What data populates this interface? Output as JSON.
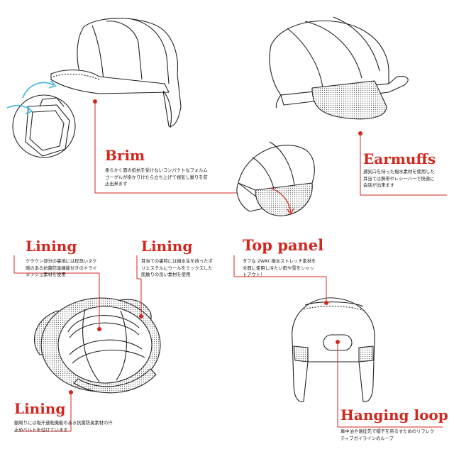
{
  "colors": {
    "accent": "#d3261d",
    "arrow": "#3fb4e0",
    "line": "#222222"
  },
  "sections": {
    "brim": {
      "title": "Brim",
      "lines": [
        "柔らかく面の抵抗を受けないコンパクトなフォルム",
        "ゴーグルが掛かりけたら立ち上げて視気し曇りを防",
        "止出来ます"
      ]
    },
    "earmuffs": {
      "title": "Earmuffs",
      "lines": [
        "通気口を持った撥水素材を使用した",
        "耳当ては携帯やレシーバーで快適に",
        "会話が出来ます"
      ]
    },
    "lining_left": {
      "title": "Lining",
      "lines": [
        "クラウン部分の裏地には程良いヌケ",
        "感のある抗菌防臭機能付きのドライ",
        "メッシュ素材を使用"
      ]
    },
    "lining_mid": {
      "title": "Lining",
      "lines": [
        "耳当ての裏時には撥水生を持ったポ",
        "リエステルにウールをミックスした",
        "肌触りの良い素材を使用"
      ]
    },
    "top_panel": {
      "title": "Top panel",
      "lines": [
        "タフな 2WAY 撥水ストレッチ素材を",
        "全面に使用し冷たい雨や雪をシャッ",
        "トアウト！"
      ]
    },
    "lining_bottom": {
      "title": "Lining",
      "lines": [
        "額周りには吸汗速乾機能のある抗菌防臭素材の汗",
        "止めベルトを付けています"
      ]
    },
    "hanging_loop": {
      "title": "Hanging loop",
      "lines": [
        "車中泊や遠征先で帽子を吊るすためのリフレク",
        "ティブガイラインのループ"
      ]
    }
  }
}
